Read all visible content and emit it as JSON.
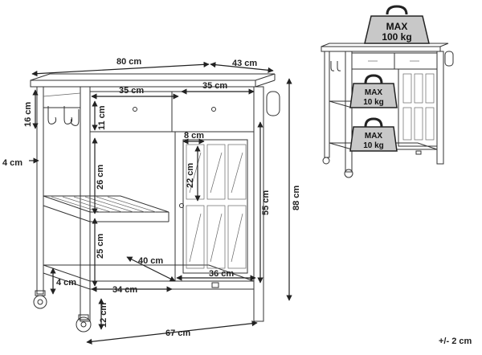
{
  "dimensions": {
    "total_width": "80 cm",
    "depth": "43 cm",
    "drawer_left": "35 cm",
    "drawer_right": "35 cm",
    "top_to_hooks": "16 cm",
    "drawer_height": "11 cm",
    "side_gap": "4 cm",
    "shelf_upper": "26 cm",
    "shelf_lower": "25 cm",
    "cabinet_width": "8 cm",
    "cabinet_height": "22 cm",
    "door_height": "55 cm",
    "total_height": "88 cm",
    "shelf_depth": "40 cm",
    "bottom_gap": "4 cm",
    "bottom_shelf_width": "34 cm",
    "door_width": "36 cm",
    "leg_height": "12 cm",
    "base_width": "67 cm"
  },
  "weights": {
    "top": {
      "max": "MAX",
      "value": "100 kg"
    },
    "shelf": {
      "max": "MAX",
      "value": "10 kg"
    },
    "lower": {
      "max": "MAX",
      "value": "10 kg"
    }
  },
  "tolerance": "+/- 2 cm",
  "colors": {
    "line": "#333333",
    "weight_fill": "#c8c8c8",
    "arrow": "#222222"
  }
}
